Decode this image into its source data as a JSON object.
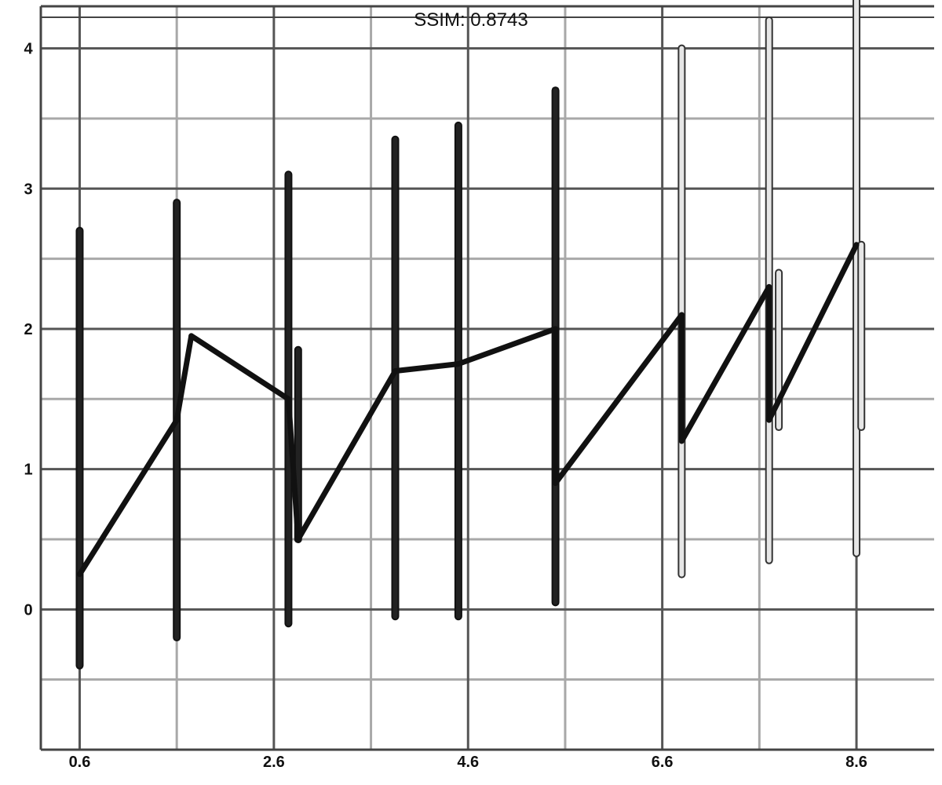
{
  "title": "SSIM: 0.8743",
  "chart_data": {
    "type": "line",
    "title": "SSIM: 0.8743",
    "xlabel": "",
    "ylabel": "",
    "grid": true,
    "xlim": [
      0.2,
      9.4
    ],
    "ylim": [
      -1.0,
      4.3
    ],
    "x_ticks": [
      0.6,
      2.6,
      4.6,
      6.6,
      8.6
    ],
    "y_ticks": [
      0,
      1,
      2,
      3,
      4
    ],
    "colors": {
      "line": "#111111",
      "grid": "#888888",
      "axis": "#444444",
      "fade": "#cfcfcf"
    },
    "series": [
      {
        "x": [
          0.6,
          1.6,
          1.75,
          2.75,
          2.85,
          3.85,
          4.5,
          5.5,
          5.5,
          6.8,
          6.8,
          7.7,
          7.7,
          8.6
        ],
        "y": [
          0.25,
          1.35,
          1.95,
          1.5,
          0.5,
          1.7,
          1.75,
          2.0,
          0.9,
          2.1,
          1.2,
          2.3,
          1.35,
          2.6
        ]
      }
    ],
    "error_bars": [
      {
        "x": 0.6,
        "low": -0.4,
        "high": 2.7
      },
      {
        "x": 1.6,
        "low": -0.2,
        "high": 2.9
      },
      {
        "x": 2.75,
        "low": -0.1,
        "high": 3.1
      },
      {
        "x": 2.85,
        "low": 0.5,
        "high": 1.85
      },
      {
        "x": 3.85,
        "low": -0.05,
        "high": 3.35
      },
      {
        "x": 4.5,
        "low": -0.05,
        "high": 3.45
      },
      {
        "x": 5.5,
        "low": 0.05,
        "high": 3.7
      },
      {
        "x": 6.8,
        "low": 0.25,
        "high": 4.0
      },
      {
        "x": 7.7,
        "low": 0.35,
        "high": 4.2
      },
      {
        "x": 7.8,
        "low": 1.3,
        "high": 2.4
      },
      {
        "x": 8.6,
        "low": 0.4,
        "high": 4.4
      },
      {
        "x": 8.65,
        "low": 1.3,
        "high": 2.6
      }
    ]
  }
}
